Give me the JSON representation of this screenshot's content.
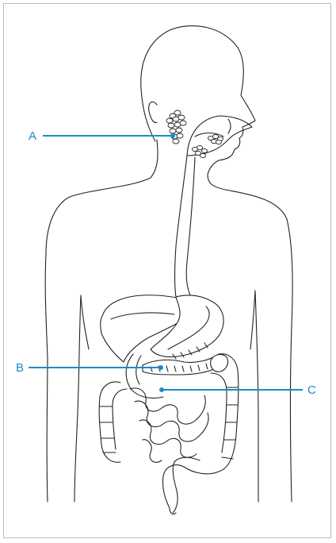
{
  "labels": {
    "a": "A",
    "b": "B",
    "c": "C"
  },
  "colors": {
    "accent": "#1b8cc5",
    "line": "#222222",
    "frame": "#b9b9b9"
  }
}
